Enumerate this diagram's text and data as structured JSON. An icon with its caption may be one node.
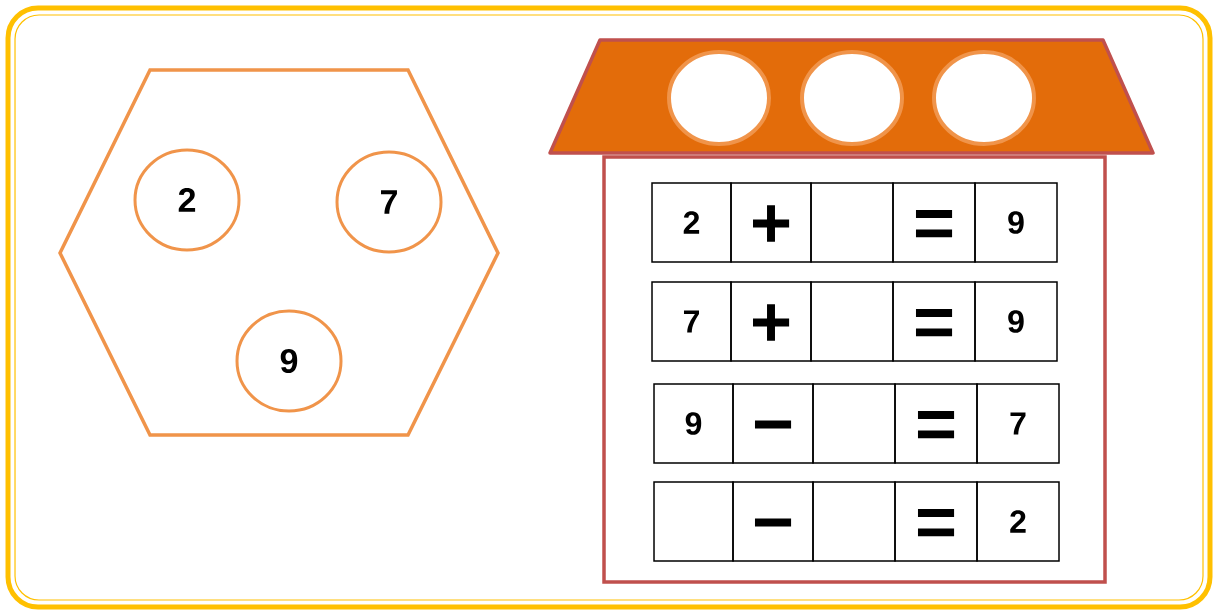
{
  "diagram": {
    "nodes": [
      {
        "text": [],
        "shape": "hexagon"
      },
      {
        "text": [
          "2"
        ],
        "in": 0
      },
      {
        "text": [
          "7"
        ],
        "in": 0
      },
      {
        "text": [
          "9"
        ],
        "in": 0
      },
      {
        "text": [],
        "shape": "roof"
      },
      {
        "text": [],
        "shape": "circle",
        "in": 4
      },
      {
        "text": [],
        "shape": "circle",
        "in": 4
      },
      {
        "text": [],
        "shape": "circle",
        "in": 4
      },
      {
        "text": [],
        "shape": "house"
      },
      {
        "text": [
          "2"
        ],
        "in": 8
      },
      {
        "text": [
          "+"
        ],
        "in": 8
      },
      {
        "text": [],
        "shape": "box",
        "in": 8
      },
      {
        "text": [
          "="
        ],
        "in": 8
      },
      {
        "text": [
          "9"
        ],
        "in": 8
      },
      {
        "text": [
          "7"
        ],
        "in": 8
      },
      {
        "text": [
          "+"
        ],
        "in": 8
      },
      {
        "text": [],
        "shape": "box",
        "in": 8
      },
      {
        "text": [
          "="
        ],
        "in": 8
      },
      {
        "text": [
          "9"
        ],
        "in": 8
      },
      {
        "text": [
          "9"
        ],
        "in": 8
      },
      {
        "text": [
          "−"
        ],
        "in": 8
      },
      {
        "text": [],
        "shape": "box",
        "in": 8
      },
      {
        "text": [
          "="
        ],
        "in": 8
      },
      {
        "text": [
          "7"
        ],
        "in": 8
      },
      {
        "text": [],
        "shape": "box",
        "in": 8
      },
      {
        "text": [
          "−"
        ],
        "in": 8
      },
      {
        "text": [],
        "shape": "box",
        "in": 8
      },
      {
        "text": [
          "="
        ],
        "in": 8
      },
      {
        "text": [
          "2"
        ],
        "in": 8
      }
    ]
  }
}
